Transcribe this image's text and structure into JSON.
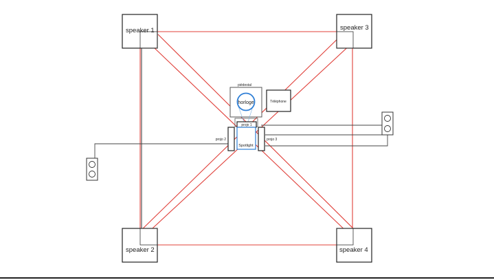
{
  "speakers": {
    "s1": "speaker 1",
    "s2": "speaker 2",
    "s3": "speaker 3",
    "s4": "speaker 4"
  },
  "center": {
    "pedestal": "piédestal",
    "clock": "horloge",
    "telephone": "Téléphone",
    "spotlight": "Spotlight",
    "projo1": "projo 1",
    "projo2": "projo 2",
    "projo3": "projo 3"
  },
  "colors": {
    "wire": "#333333",
    "beam": "#e0403a",
    "accent": "#2f7fd6"
  }
}
